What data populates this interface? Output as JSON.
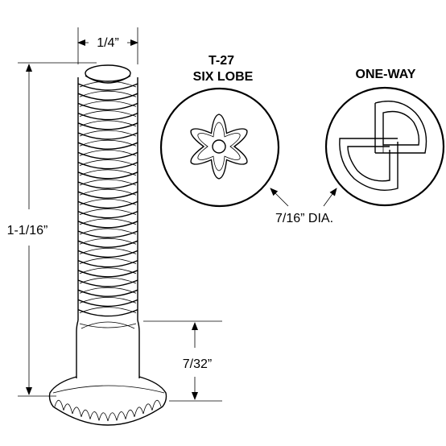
{
  "dimensions": {
    "width": "1/4”",
    "length": "1-1/16”",
    "shoulder": "7/32”",
    "head_dia": "7/16” DIA."
  },
  "heads": {
    "six_lobe_line1": "T-27",
    "six_lobe_line2": "SIX LOBE",
    "one_way": "ONE-WAY"
  },
  "colors": {
    "ink": "#000000",
    "paper": "#ffffff"
  }
}
